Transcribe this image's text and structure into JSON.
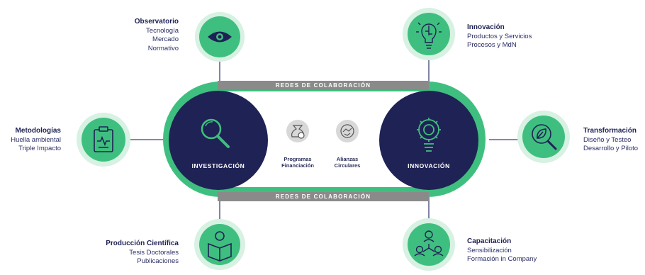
{
  "band_top": "REDES DE COLABORACIÓN",
  "band_bottom": "REDES DE COLABORACIÓN",
  "hub_left": "INVESTIGACIÓN",
  "hub_right": "INNOVACIÓN",
  "center_items": [
    {
      "line1": "Programas",
      "line2": "Financiación",
      "icon": "money-bag-icon"
    },
    {
      "line1": "Alianzas",
      "line2": "Circulares",
      "icon": "handshake-icon"
    }
  ],
  "nodes": {
    "observatorio": {
      "title": "Observatorio",
      "lines": [
        "Tecnología",
        "Mercado",
        "Normativo"
      ],
      "icon": "eye-icon"
    },
    "metodologias": {
      "title": "Metodologías",
      "lines": [
        "Huella ambiental",
        "Triple Impacto"
      ],
      "icon": "clipboard-icon"
    },
    "produccion": {
      "title": "Producción Científica",
      "lines": [
        "Tesis Doctorales",
        "Publicaciones"
      ],
      "icon": "reading-person-icon"
    },
    "innovacion": {
      "title": "Innovación",
      "lines": [
        "Productos y Servicios",
        "Procesos y MdN"
      ],
      "icon": "lightbulb-circuit-icon"
    },
    "transformacion": {
      "title": "Transformación",
      "lines": [
        "Diseño y Testeo",
        "Desarrollo y Piloto"
      ],
      "icon": "leaf-magnifier-icon"
    },
    "capacitacion": {
      "title": "Capacitación",
      "lines": [
        "Sensibilización",
        "Formación in Company"
      ],
      "icon": "team-network-icon"
    }
  },
  "colors": {
    "navy": "#1f2254",
    "green": "#3fbf7f",
    "light_green": "#6fd39c",
    "pale_green": "#d7f1e2",
    "gray_band": "#8a8a8a",
    "connector": "#3e4276"
  }
}
